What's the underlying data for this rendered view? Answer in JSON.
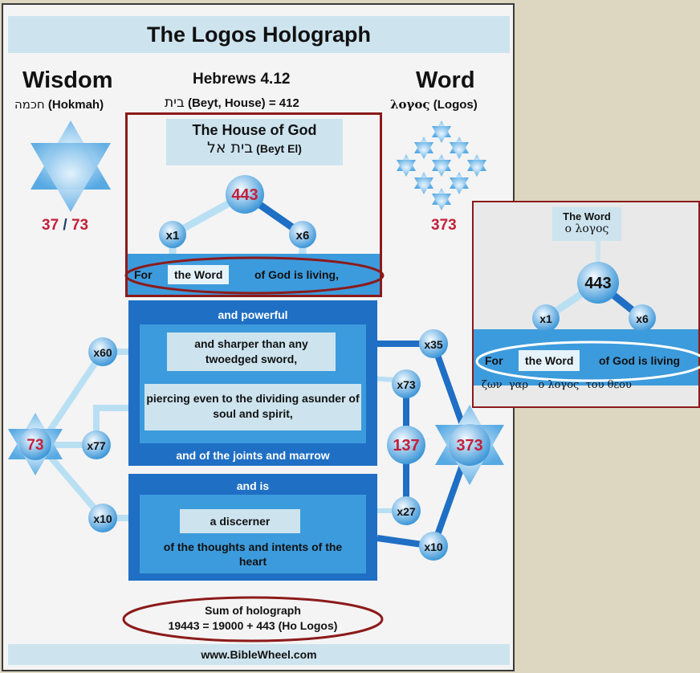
{
  "title": "The Logos Holograph",
  "left": {
    "heading": "Wisdom",
    "hebrew": "חכמה",
    "subtitle": "(Hokmah)",
    "value_a": "37",
    "separator": " / ",
    "value_b": "73"
  },
  "center": {
    "heading": "Hebrews 4.12",
    "hebrew": "בית",
    "subtitle": "(Beyt, House) = 412"
  },
  "right": {
    "heading": "Word",
    "greek": "λογος",
    "subtitle": "(Logos)",
    "value": "373"
  },
  "house": {
    "title": "The House of God",
    "hebrew": "בית אל",
    "subtitle": "(Beyt El)"
  },
  "triangle": {
    "top": "443",
    "left": "x1",
    "right": "x6"
  },
  "verse_line": {
    "part1": "For",
    "part2": "the Word",
    "part3": "of God is living,"
  },
  "middle_block": {
    "header": "and powerful",
    "box1": "and sharper than any twoedged sword,",
    "box2": "piercing even to the dividing asunder of soul and spirit,",
    "footer": "and of the joints and marrow"
  },
  "lower_block": {
    "header": "and is",
    "box1": "a discerner",
    "text": "of the thoughts and intents of the heart"
  },
  "nodes": {
    "left_star": "73",
    "x60": "x60",
    "x77": "x77",
    "x10_left": "x10",
    "x35": "x35",
    "x73": "x73",
    "n137": "137",
    "right_star": "373",
    "x27": "x27",
    "x10_right": "x10"
  },
  "sum": {
    "line1": "Sum of holograph",
    "line2": "19443  = 19000 + 443 (Ho Logos)"
  },
  "footer_url": "www.BibleWheel.com",
  "inset": {
    "title": "The Word",
    "greek_title": "ο λογος",
    "top": "443",
    "left": "x1",
    "right": "x6",
    "part1": "For",
    "part2": "the Word",
    "part3": "of God is living",
    "greek_line": "ζων  γαρ   ο λογος  του θεου"
  },
  "colors": {
    "accent_blue": "#1f6fc4",
    "light_blue": "#cde4ef",
    "red": "#c2203b",
    "frame": "#8c1a1a",
    "background": "#ddd6c0"
  }
}
